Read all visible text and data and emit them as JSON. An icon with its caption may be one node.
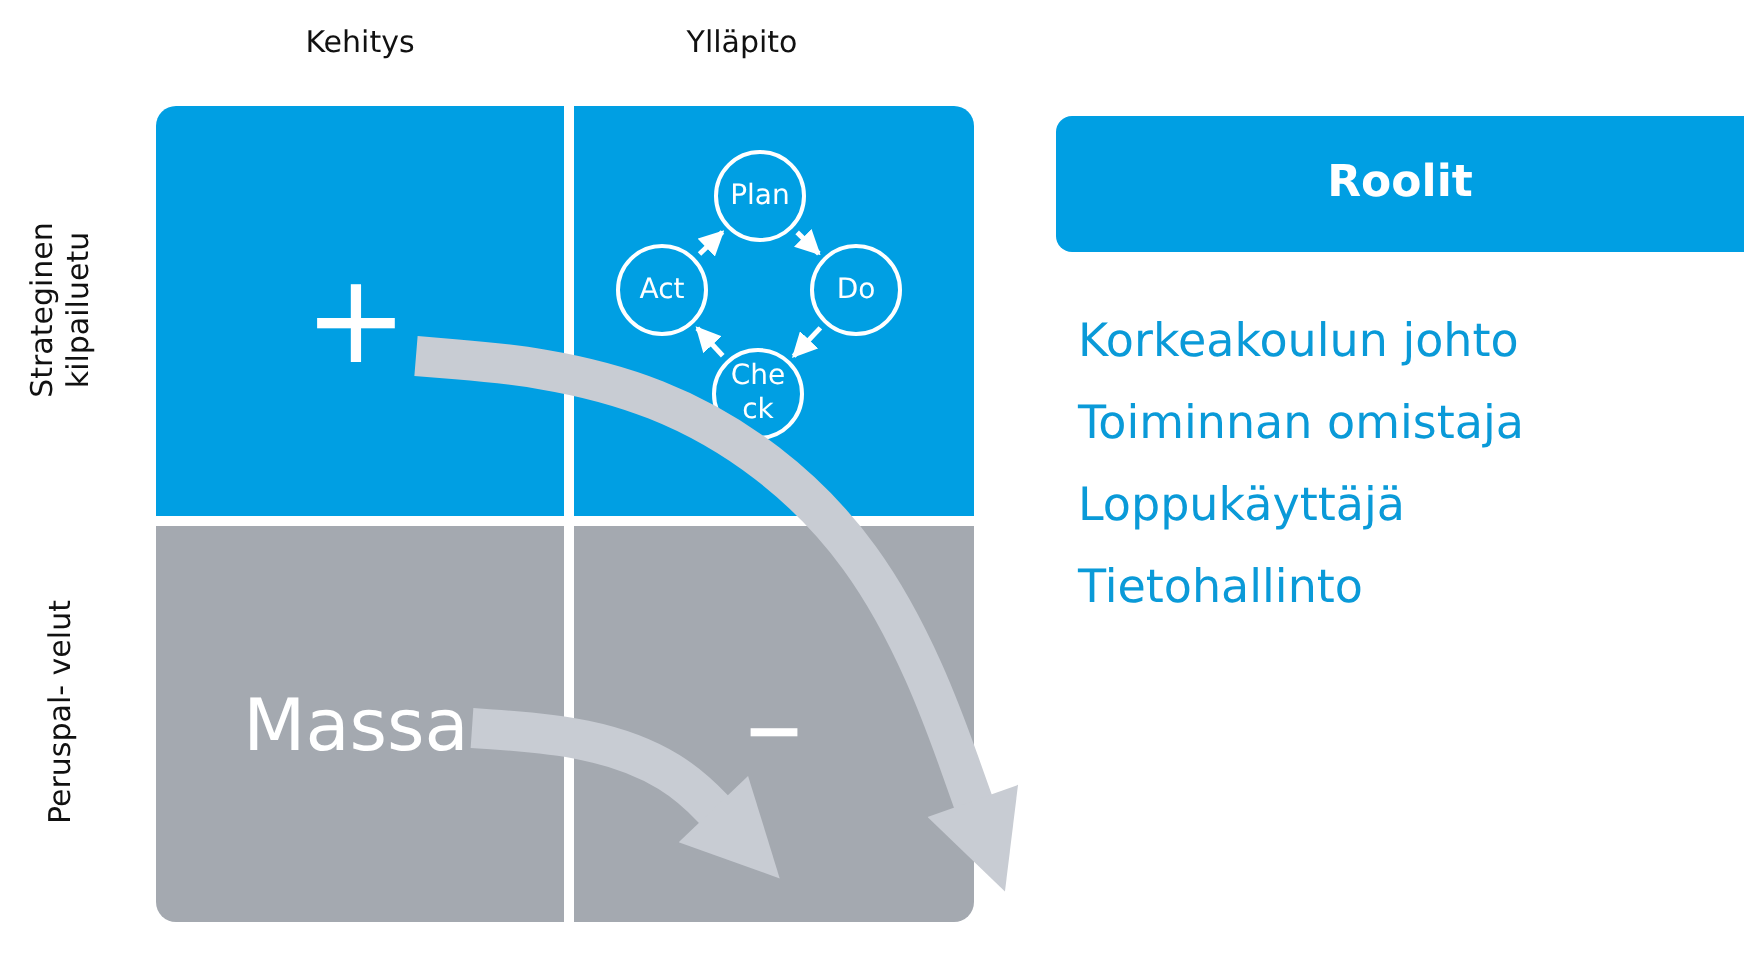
{
  "diagram": {
    "nodes": [
      {
        "text": [],
        "shape": "box"
      },
      {
        "text": [],
        "shape": "box"
      },
      {
        "text": [],
        "shape": "box"
      },
      {
        "text": [
          "–"
        ]
      },
      {
        "text": [
          "+"
        ],
        "in": 0
      },
      {
        "text": [
          "Massa"
        ],
        "in": 2
      },
      {
        "text": [
          "Plan"
        ],
        "in": 1
      },
      {
        "text": [
          "Do"
        ],
        "in": 1
      },
      {
        "text": [
          "Check"
        ],
        "in": 1
      },
      {
        "text": [
          "Act"
        ],
        "in": 1
      },
      {
        "text": [
          "Roolit"
        ]
      }
    ],
    "edges": [
      {
        "from": 6,
        "to": 7,
        "arrow": "to"
      },
      {
        "from": 7,
        "to": 8,
        "arrow": "to"
      },
      {
        "from": 8,
        "to": 9,
        "arrow": "to"
      },
      {
        "from": 9,
        "to": 6,
        "arrow": "to"
      },
      {
        "from": 4,
        "to": 3,
        "arrow": "to",
        "style": "thick",
        "color": "#c8ccd3"
      },
      {
        "from": 5,
        "to": 3,
        "arrow": "to",
        "style": "thick",
        "color": "#c8ccd3"
      }
    ],
    "labels": [
      "Kehitys",
      "Ylläpito",
      "Strateginen kilpailuetu",
      "Peruspal- velut",
      "Korkeakoulun johto",
      "Toiminnan omistaja",
      "Loppukäyttäjä",
      "Tietohallinto"
    ]
  }
}
